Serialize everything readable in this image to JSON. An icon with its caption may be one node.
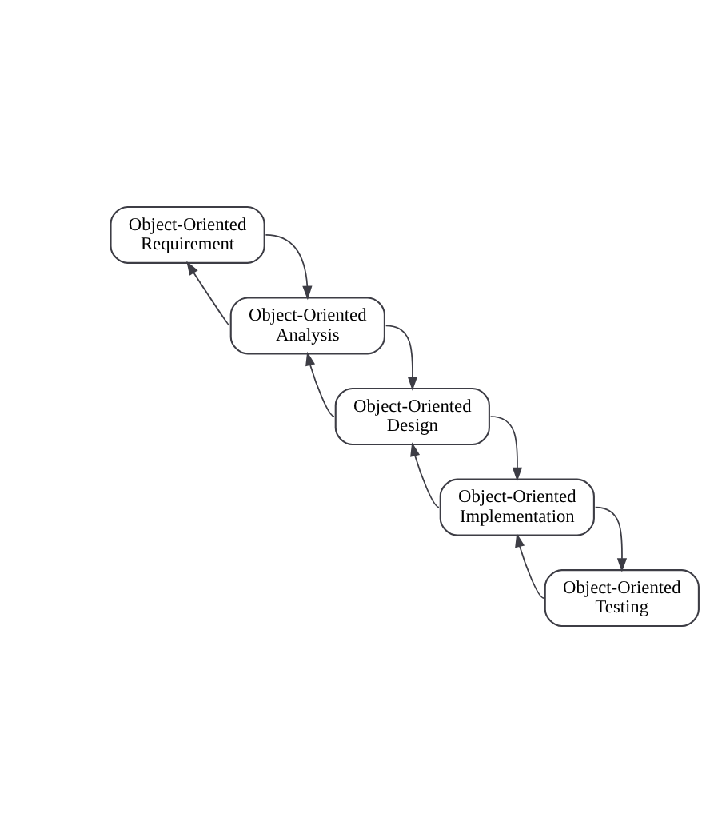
{
  "diagram": {
    "nodes": [
      {
        "text": [
          "Object-Oriented Requirement"
        ]
      },
      {
        "text": [
          "Object-Oriented Analysis"
        ]
      },
      {
        "text": [
          "Object-Oriented Design"
        ]
      },
      {
        "text": [
          "Object-Oriented Implementation"
        ]
      },
      {
        "text": [
          "Object-Oriented Testing"
        ]
      }
    ],
    "edges": [
      {
        "from": 0,
        "to": 1,
        "arrow": "to"
      },
      {
        "from": 1,
        "to": 0,
        "arrow": "to"
      },
      {
        "from": 1,
        "to": 2,
        "arrow": "to"
      },
      {
        "from": 2,
        "to": 1,
        "arrow": "to"
      },
      {
        "from": 2,
        "to": 3,
        "arrow": "to"
      },
      {
        "from": 3,
        "to": 2,
        "arrow": "to"
      },
      {
        "from": 3,
        "to": 4,
        "arrow": "to"
      },
      {
        "from": 4,
        "to": 3,
        "arrow": "to"
      }
    ]
  }
}
